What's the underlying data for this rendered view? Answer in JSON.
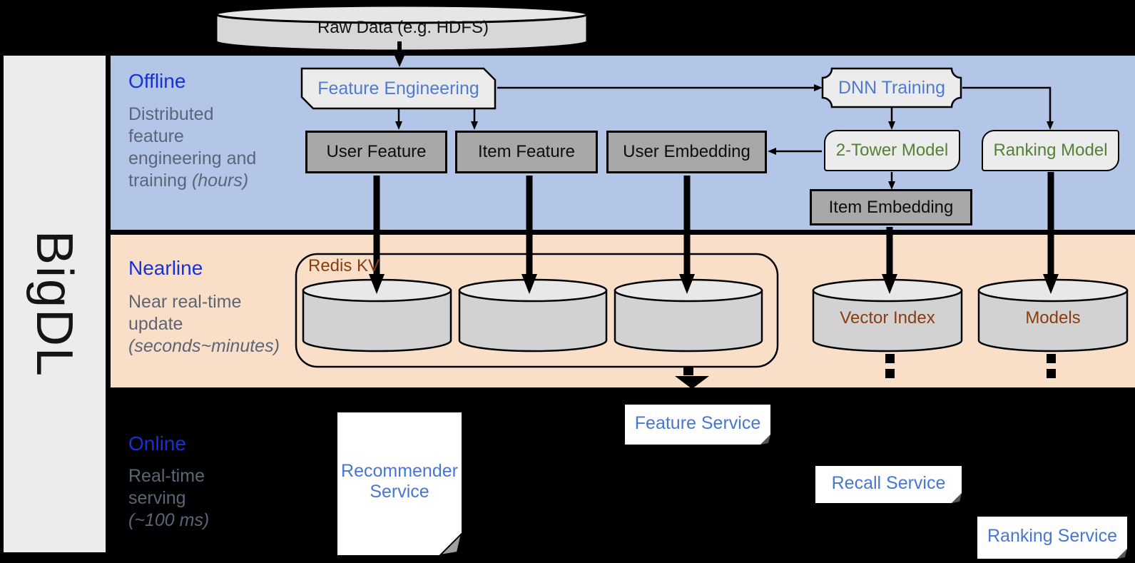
{
  "sidebar": {
    "brand": "BigDL"
  },
  "source_db": {
    "label": "Raw Data (e.g. HDFS)"
  },
  "offline": {
    "title": "Offline",
    "desc_line1": "Distributed",
    "desc_line2": "feature",
    "desc_line3": "engineering and",
    "desc_line4_normal": "training",
    "desc_line4_italic": "(hours)",
    "feature_engineering": "Feature Engineering",
    "dnn_training": "DNN Training",
    "user_feature": "User Feature",
    "item_feature": "Item Feature",
    "user_embedding": "User Embedding",
    "two_tower_model": "2-Tower Model",
    "ranking_model": "Ranking Model",
    "item_embedding": "Item Embedding"
  },
  "nearline": {
    "title": "Nearline",
    "desc_line1": "Near real-time",
    "desc_line2": "update",
    "desc_line3_italic": "(seconds~minutes)",
    "redis_kv": "Redis KV",
    "vector_index": "Vector Index",
    "models": "Models"
  },
  "online": {
    "title": "Online",
    "desc_line1": "Real-time",
    "desc_line2": "serving",
    "desc_line3_italic": "(~100 ms)",
    "recommender_service": "Recommender Service",
    "feature_service": "Feature Service",
    "recall_service": "Recall Service",
    "ranking_service": "Ranking Service"
  },
  "colors": {
    "offline_band": "#b3c6e8",
    "nearline_band": "#fadfc8",
    "online_band": "#000000",
    "section_title_blue": "#1532d8",
    "desc_gray": "#5b6577",
    "box_label_blue": "#4f7bd2",
    "service_label_blue": "#4677d2",
    "model_green": "#538135",
    "storage_brown": "#8a3c10",
    "storage_fill": "#d2d2d2",
    "process_fill": "#ececec",
    "data_fill": "#a8a8a8"
  }
}
